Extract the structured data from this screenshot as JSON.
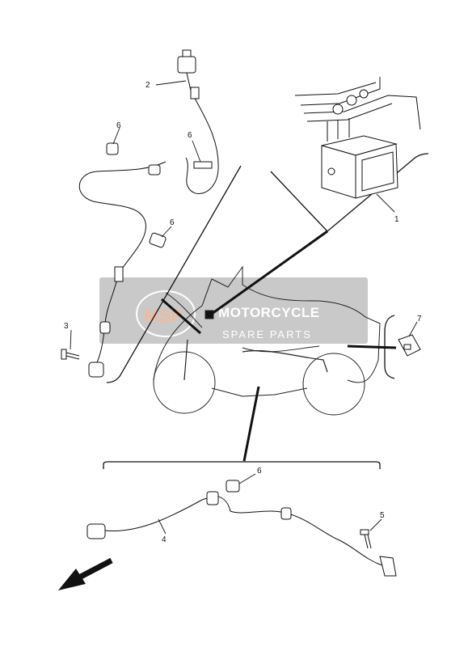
{
  "diagram": {
    "watermark": {
      "logo": "MSP",
      "title": "MOTORCYCLE",
      "subtitle": "SPARE PARTS"
    },
    "callouts": [
      "1",
      "2",
      "3",
      "4",
      "5",
      "6",
      "6",
      "6",
      "6",
      "7"
    ],
    "colors": {
      "line": "#111111",
      "watermark_box": "#b8b8b8",
      "watermark_logo": "#f0a27a"
    },
    "icons": [
      "direction-arrow-icon"
    ]
  }
}
